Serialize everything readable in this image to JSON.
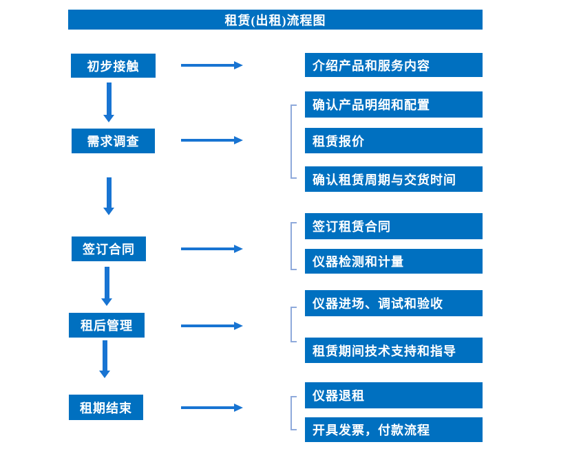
{
  "title": "租赁(出租)流程图",
  "colors": {
    "box": "#0070C0",
    "arrow": "#1874D2",
    "bracket": "#8EA9DB"
  },
  "flow": {
    "rows": [
      {
        "step": "初步接触",
        "details": [
          "介绍产品和服务内容"
        ]
      },
      {
        "step": "需求调查",
        "details": [
          "确认产品明细和配置",
          "租赁报价",
          "确认租赁周期与交货时间"
        ]
      },
      {
        "step": "签订合同",
        "details": [
          "签订租赁合同",
          "仪器检测和计量"
        ]
      },
      {
        "step": "租后管理",
        "details": [
          "仪器进场、调试和验收",
          "租赁期间技术支持和指导"
        ]
      },
      {
        "step": "租期结束",
        "details": [
          "仪器退租",
          "开具发票，付款流程"
        ]
      }
    ]
  }
}
